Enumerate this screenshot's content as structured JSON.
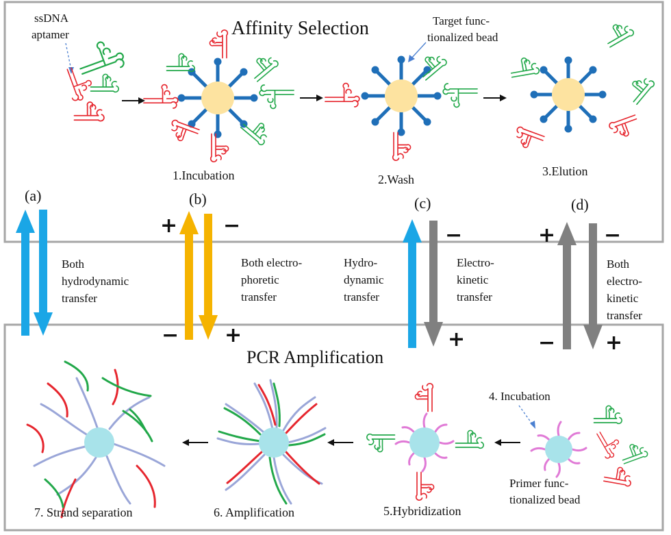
{
  "affinity_panel": {
    "title": "Affinity Selection",
    "ssdna_label_1": "ssDNA",
    "ssdna_label_2": "aptamer",
    "target_label_1": "Target func-",
    "target_label_2": "tionalized bead",
    "step1": "1.Incubation",
    "step2": "2.Wash",
    "step3": "3.Elution"
  },
  "pcr_panel": {
    "title": "PCR Amplification",
    "step4": "4. Incubation",
    "primer_label_1": "Primer func-",
    "primer_label_2": "tionalized bead",
    "step5": "5.Hybridization",
    "step6": "6. Amplification",
    "step7": "7. Strand separation"
  },
  "transfers": {
    "a": {
      "tag": "(a)",
      "lines": [
        "Both",
        "hydrodynamic",
        "transfer"
      ],
      "up_color": "#1aa6e6",
      "down_color": "#1aa6e6"
    },
    "b": {
      "tag": "(b)",
      "lines": [
        "Both electro-",
        "phoretic",
        "transfer"
      ],
      "up_color": "#f5b300",
      "down_color": "#f5b300",
      "signs": [
        "+",
        "−",
        "−",
        "+"
      ]
    },
    "c": {
      "tag": "(c)",
      "left_lines": [
        "Hydro-",
        "dynamic",
        "transfer"
      ],
      "right_lines": [
        "Electro-",
        "kinetic",
        "transfer"
      ],
      "up_color": "#1aa6e6",
      "down_color": "#808080",
      "signs": [
        "−",
        "+"
      ]
    },
    "d": {
      "tag": "(d)",
      "lines": [
        "Both",
        "electro-",
        "kinetic",
        "transfer"
      ],
      "up_color": "#808080",
      "down_color": "#808080",
      "signs": [
        "+",
        "−",
        "−",
        "+"
      ]
    }
  },
  "colors": {
    "bead_yellow": "#fde3a0",
    "bead_cyan": "#a8e3ea",
    "receptor_blue": "#1f6fb8",
    "aptamer_green": "#22a84a",
    "aptamer_red": "#e6262e",
    "primer_pink": "#e07ad6",
    "strand_lilac": "#9aa6d8",
    "panel_border": "#a6a6a6"
  }
}
